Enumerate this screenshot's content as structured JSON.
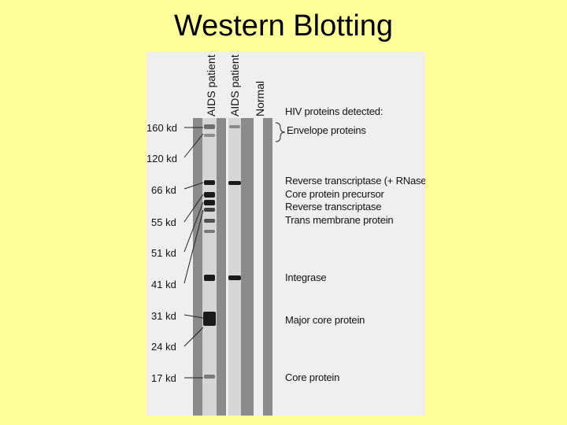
{
  "title": "Western Blotting",
  "lanes": [
    "AIDS patient",
    "AIDS patient",
    "Normal"
  ],
  "proteins_header": "HIV proteins detected:",
  "markers": [
    "160 kd",
    "120 kd",
    "66 kd",
    "55 kd",
    "51 kd",
    "41 kd",
    "31 kd",
    "24 kd",
    "17 kd"
  ],
  "proteins": [
    "Envelope proteins",
    "Reverse transcriptase (+ RNase)",
    "Core protein precursor",
    "Reverse transcriptase",
    "Trans membrane protein",
    "Integrase",
    "Major core protein",
    "Core protein"
  ],
  "colors": {
    "background": "#ffff99",
    "blot_background": "#efefef",
    "lane": "#8a8a8a",
    "band": "#1a1a1a"
  }
}
